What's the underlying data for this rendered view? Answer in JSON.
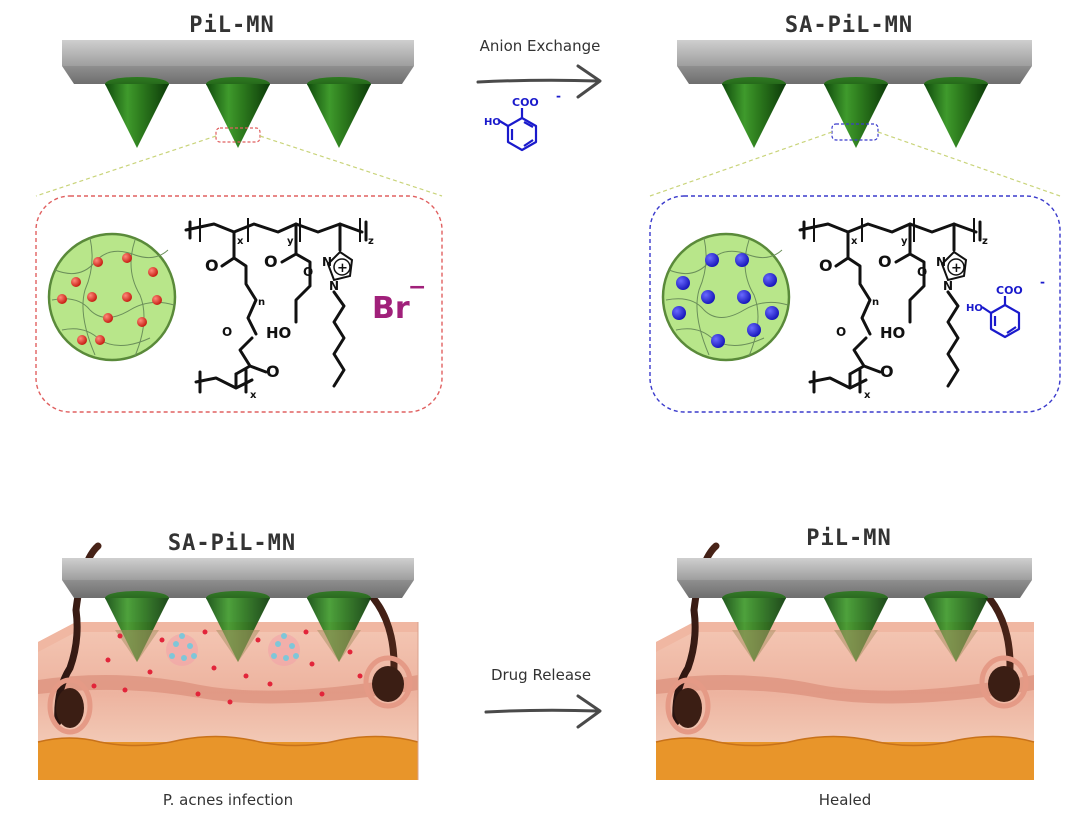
{
  "titles": {
    "top_left": "PiL-MN",
    "top_right": "SA-PiL-MN",
    "bottom_left": "SA-PiL-MN",
    "bottom_right": "PiL-MN"
  },
  "arrows": {
    "top_label": "Anion Exchange",
    "bottom_label": "Drug Release"
  },
  "salicylate": {
    "carboxylate": "COO",
    "charge": "-",
    "hydroxyl": "HO"
  },
  "polymer": {
    "sub_x": "x",
    "sub_y": "y",
    "sub_z": "z",
    "sub_n": "n",
    "ester_o": "O",
    "ring_n": "N",
    "ring_plus": "+",
    "hydroxyl": "HO"
  },
  "counterion": {
    "bromide": "Br",
    "charge": "−"
  },
  "captions": {
    "left": "P. acnes infection",
    "right": "Healed"
  },
  "colors": {
    "needle_green": "#2e7d1e",
    "plate_gray": "#a9a9a9",
    "red_box_border": "#e06060",
    "blue_box_border": "#3a3acc",
    "bromide_magenta": "#a0207a",
    "salicylate_blue": "#1a1acc",
    "gel_green": "#b8e68a",
    "skin_pink": "#f2c4b0",
    "fat_orange": "#e8952a"
  }
}
